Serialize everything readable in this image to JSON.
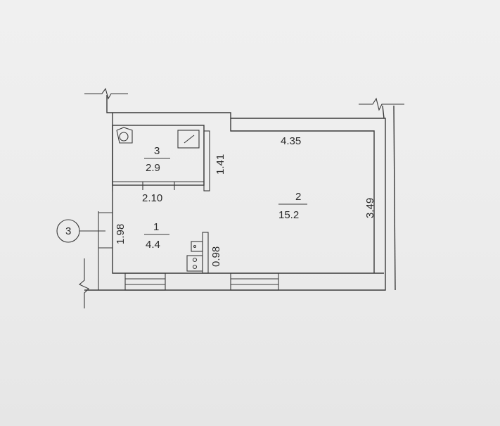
{
  "plan": {
    "room_1": {
      "number": "1",
      "area": "4.4"
    },
    "room_2": {
      "number": "2",
      "area": "15.2"
    },
    "room_3": {
      "number": "3",
      "area": "2.9"
    },
    "dimensions": {
      "top_width": "4.35",
      "right_height": "3.49",
      "room3_height": "1.41",
      "room3_width": "2.10",
      "entry_height": "1.98",
      "partition_height": "0.98"
    },
    "section_marker": "3"
  }
}
